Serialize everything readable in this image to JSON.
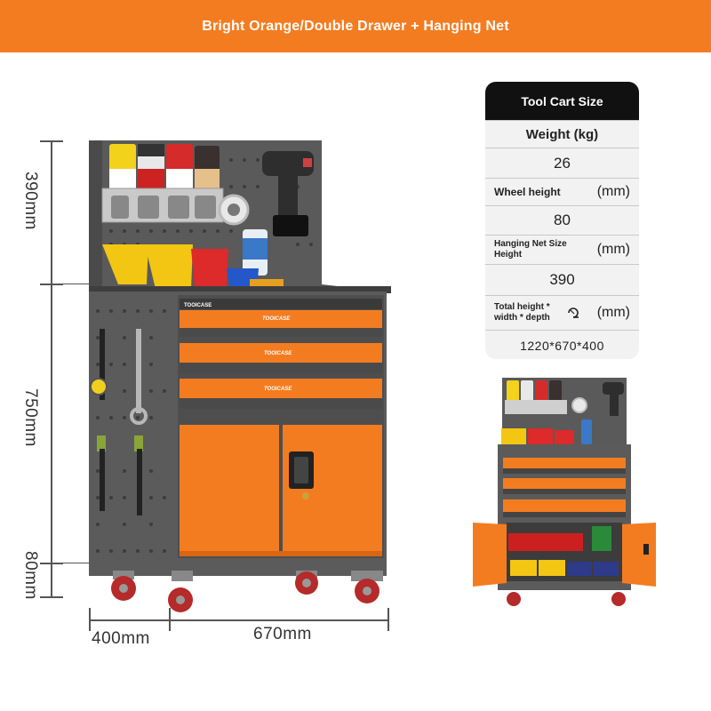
{
  "banner": {
    "title": "Bright Orange/Double Drawer + Hanging Net"
  },
  "dimensions": {
    "hanging_net": "390mm",
    "body": "750mm",
    "wheel": "80mm",
    "depth": "400mm",
    "width": "670mm"
  },
  "brand": {
    "logo_text": "TOOICASE"
  },
  "spec_table": {
    "title": "Tool Cart Size",
    "weight_label": "Weight (kg)",
    "weight_value": "26",
    "wheel_label": "Wheel height",
    "wheel_unit": "(mm)",
    "wheel_value": "80",
    "net_label_line1": "Hanging Net Size",
    "net_label_line2": "Height",
    "net_unit": "(mm)",
    "net_value": "390",
    "total_label_line1": "Total height *",
    "total_label_line2": "width * depth",
    "total_unit": "(mm)",
    "total_value": "1220*670*400"
  },
  "colors": {
    "accent": "#f47c20",
    "cabinet": "#5b5b5b",
    "drawer": "#f47c20",
    "table_head": "#111111"
  }
}
